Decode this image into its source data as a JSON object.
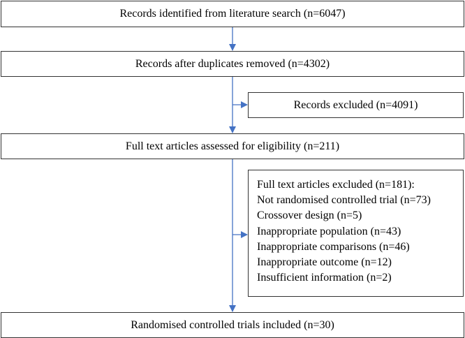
{
  "flow": {
    "identified": "Records identified from literature search (n=6047)",
    "after_duplicates": "Records after duplicates removed (n=4302)",
    "excluded_records": "Records excluded (n=4091)",
    "full_text_assessed": "Full text articles assessed for eligibility (n=211)",
    "full_text_excluded": {
      "title": "Full text articles excluded (n=181):",
      "reasons": [
        "Not randomised controlled trial (n=73)",
        "Crossover design (n=5)",
        "Inappropriate population (n=43)",
        "Inappropriate comparisons (n=46)",
        "Inappropriate outcome (n=12)",
        "Insufficient information (n=2)"
      ]
    },
    "included": "Randomised controlled trials included (n=30)"
  },
  "colors": {
    "arrow": "#4472C4",
    "border": "#333333"
  }
}
